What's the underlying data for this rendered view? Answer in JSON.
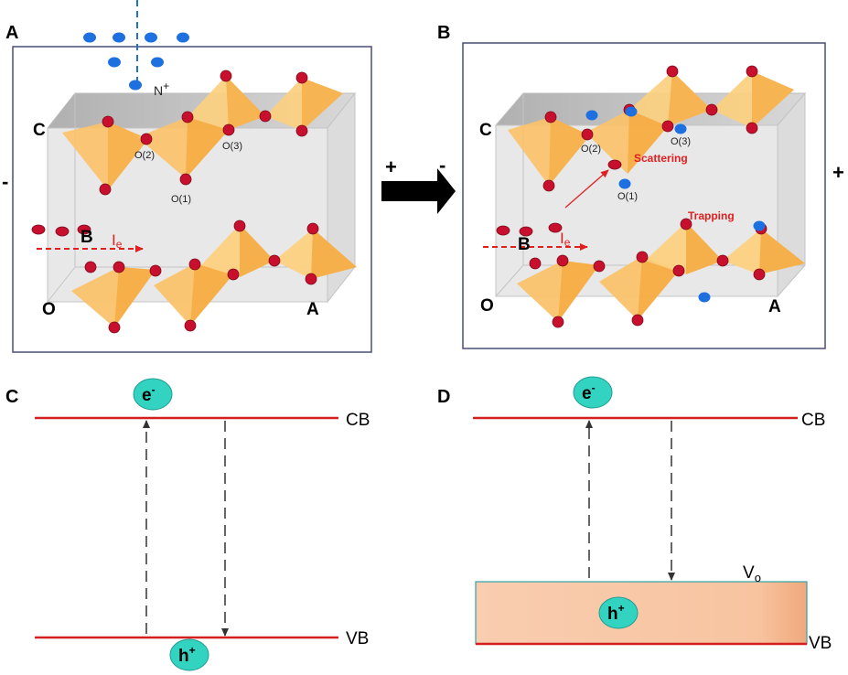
{
  "panels": {
    "a": {
      "letter": "A",
      "ion": "N",
      "ion_sup": "+",
      "axes": {
        "c": "C",
        "b": "B",
        "o": "O",
        "a": "A"
      },
      "sites": [
        "O(2)",
        "O(3)",
        "O(1)"
      ],
      "current_base": "I",
      "current_sub": "e",
      "left_sign": "-",
      "right_sign": "+"
    },
    "b": {
      "letter": "B",
      "axes": {
        "c": "C",
        "b": "B",
        "o": "O",
        "a": "A"
      },
      "sites": [
        "O(2)",
        "O(3)",
        "O(1)"
      ],
      "scattering": "Scattering",
      "trapping": "Trapping",
      "current_base": "I",
      "current_sub": "e",
      "left_sign": "-",
      "right_sign": "+"
    },
    "c": {
      "letter": "C",
      "cb": "CB",
      "vb": "VB",
      "electron": "e",
      "electron_sup": "-",
      "hole": "h",
      "hole_sup": "+"
    },
    "d": {
      "letter": "D",
      "cb": "CB",
      "vb": "VB",
      "vo": "V",
      "vo_sub": "o",
      "electron": "e",
      "electron_sup": "-",
      "hole": "h",
      "hole_sup": "+"
    }
  },
  "colors": {
    "oxygen": "#c8102e",
    "ion": "#1e6fe0",
    "tetrahedron": "#fbc26a",
    "box_face": "#e6e6e6",
    "band_line": "#d41f1f",
    "carrier": "#33d3c2",
    "vo_band": "#f8c7a4",
    "vo_border": "#2fa3a8"
  }
}
